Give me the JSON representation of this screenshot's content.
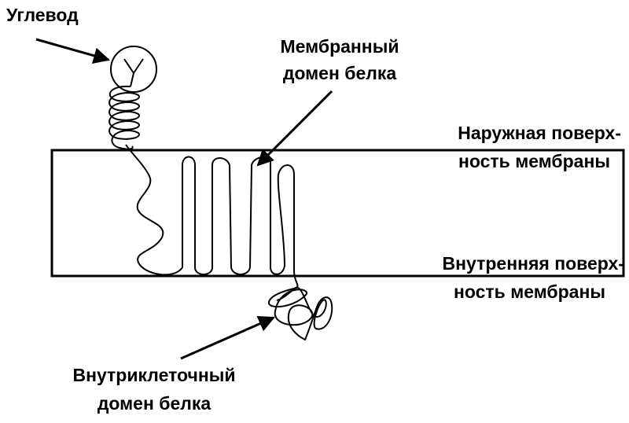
{
  "labels": {
    "carbohydrate": "Углевод",
    "membrane_domain_1": "Мембранный",
    "membrane_domain_2": "домен белка",
    "outer_surface_1": "Наружная поверх-",
    "outer_surface_2": "ность мембраны",
    "inner_surface_1": "Внутренняя поверх-",
    "inner_surface_2": "ность мембраны",
    "intracellular_domain_1": "Внутриклеточный",
    "intracellular_domain_2": "домен белка"
  },
  "colors": {
    "stroke": "#000000",
    "background": "#ffffff"
  }
}
